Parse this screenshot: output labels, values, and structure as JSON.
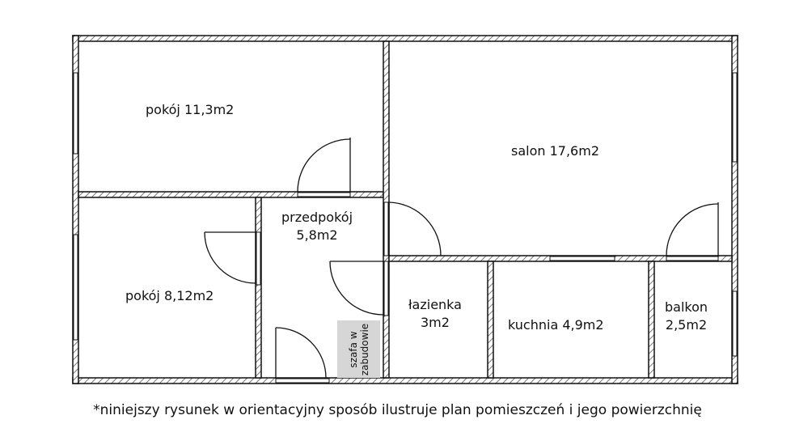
{
  "rooms": {
    "pokoj1": {
      "name": "pokój 11,3m2"
    },
    "salon": {
      "name": "salon 17,6m2"
    },
    "przedpokoj": {
      "name": "przedpokój",
      "area": "5,8m2"
    },
    "pokoj2": {
      "name": "pokój 8,12m2"
    },
    "lazienka": {
      "name": "łazienka",
      "area": "3m2"
    },
    "kuchnia": {
      "name": "kuchnia 4,9m2"
    },
    "balkon": {
      "name": "balkon",
      "area": "2,5m2"
    }
  },
  "closet": {
    "line1": "szafa w",
    "line2": "zabudowie"
  },
  "footnote": "*niniejszy rysunek w orientacyjny sposób ilustruje plan pomieszczeń i jego powierzchnię"
}
